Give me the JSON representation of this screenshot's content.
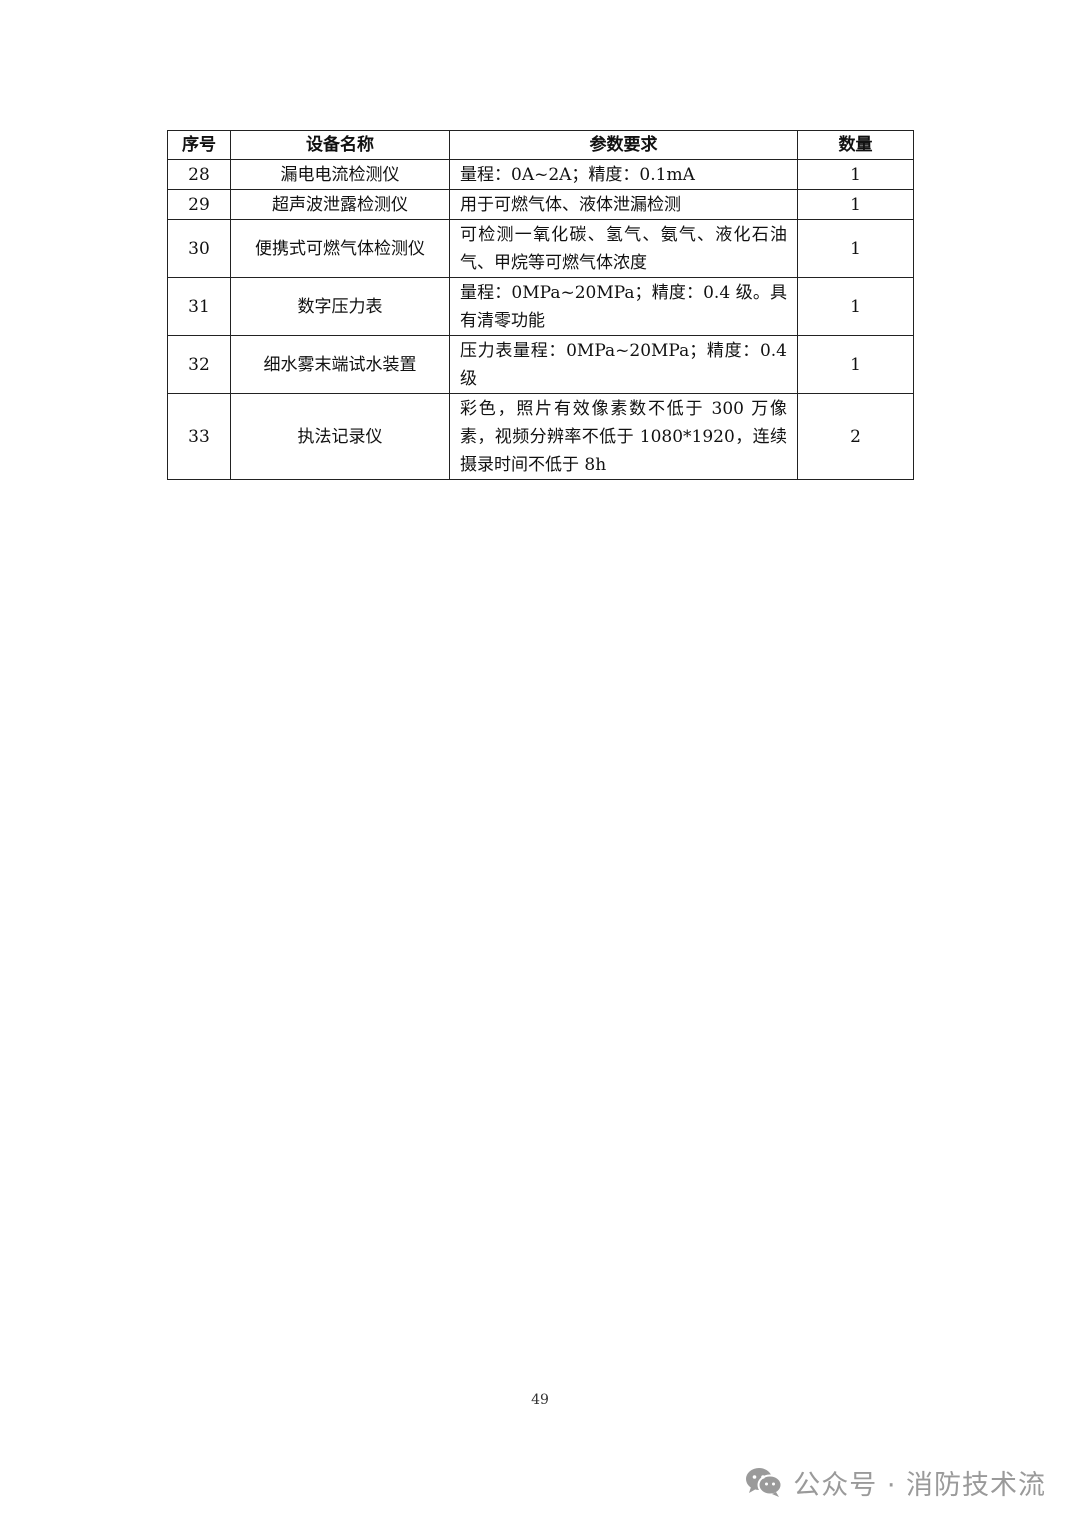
{
  "table": {
    "headers": [
      "序号",
      "设备名称",
      "参数要求",
      "数量"
    ],
    "rows": [
      {
        "no": "28",
        "name": "漏电电流检测仪",
        "spec": "量程：0A~2A；精度：0.1mA",
        "qty": "1"
      },
      {
        "no": "29",
        "name": "超声波泄露检测仪",
        "spec": "用于可燃气体、液体泄漏检测",
        "qty": "1"
      },
      {
        "no": "30",
        "name": "便携式可燃气体检测仪",
        "spec": "可检测一氧化碳、氢气、氨气、液化石油气、甲烷等可燃气体浓度",
        "qty": "1"
      },
      {
        "no": "31",
        "name": "数字压力表",
        "spec": "量程：0MPa~20MPa；精度：0.4 级。具有清零功能",
        "qty": "1"
      },
      {
        "no": "32",
        "name": "细水雾末端试水装置",
        "spec": "压力表量程：0MPa~20MPa；精度：0.4 级",
        "qty": "1"
      },
      {
        "no": "33",
        "name": "执法记录仪",
        "spec": "彩色，照片有效像素数不低于 300 万像素，视频分辨率不低于 1080*1920，连续摄录时间不低于 8h",
        "qty": "2"
      }
    ]
  },
  "page_number": "49",
  "watermark": {
    "icon": "wechat-icon",
    "text": "公众号 · 消防技术流"
  }
}
